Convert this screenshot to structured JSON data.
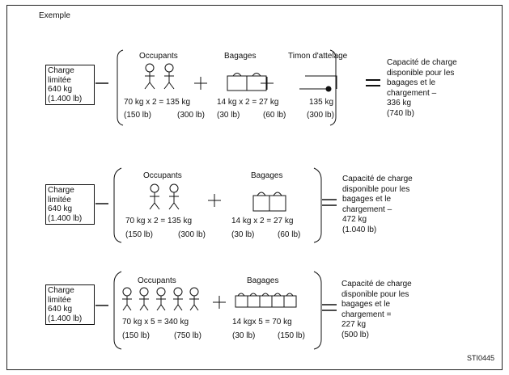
{
  "title": "Exemple",
  "figure_code": "STI0445",
  "examples": [
    {
      "limit": [
        "Charge",
        "limitée",
        "640 kg",
        "(1.400 lb)"
      ],
      "occupants_label": "Occupants",
      "occupants_kg": "70 kg  x 2 = 135 kg",
      "occupants_lb1": "(150 lb)",
      "occupants_lb2": "(300 lb)",
      "luggage_label": "Bagages",
      "luggage_kg": "14 kg x 2 = 27 kg",
      "luggage_lb1": "(30 lb)",
      "luggage_lb2": "(60 lb)",
      "tongue_label": "Timon d'attelage",
      "tongue_kg": "135 kg",
      "tongue_lb": "(300 lb)",
      "result": [
        "Capacité de charge",
        "disponible pour les",
        "bagages et le",
        "chargement  –",
        "336 kg",
        "(740 lb)"
      ]
    },
    {
      "limit": [
        "Charge",
        "limitée",
        "640 kg",
        "(1.400 lb)"
      ],
      "occupants_label": "Occupants",
      "occupants_kg": "70 kg  x 2 = 135 kg",
      "occupants_lb1": "(150 lb)",
      "occupants_lb2": "(300 lb)",
      "luggage_label": "Bagages",
      "luggage_kg": "14 kg x 2 = 27 kg",
      "luggage_lb1": "(30 lb)",
      "luggage_lb2": "(60 lb)",
      "result": [
        "Capacité de charge",
        "disponible pour les",
        "bagages et le",
        "chargement  –",
        "472 kg",
        "(1.040 lb)"
      ]
    },
    {
      "limit": [
        "Charge",
        "limitée",
        "640 kg",
        "(1.400 lb)"
      ],
      "occupants_label": "Occupants",
      "occupants_kg": "70 kg  x 5 = 340 kg",
      "occupants_lb1": "(150 lb)",
      "occupants_lb2": "(750 lb)",
      "luggage_label": "Bagages",
      "luggage_kg": "14 kgx 5 = 70 kg",
      "luggage_lb1": "(30 lb)",
      "luggage_lb2": "(150 lb)",
      "result": [
        "Capacité de charge",
        "disponible pour les",
        "bagages et le",
        "chargement  =",
        "227 kg",
        "(500 lb)"
      ]
    }
  ]
}
